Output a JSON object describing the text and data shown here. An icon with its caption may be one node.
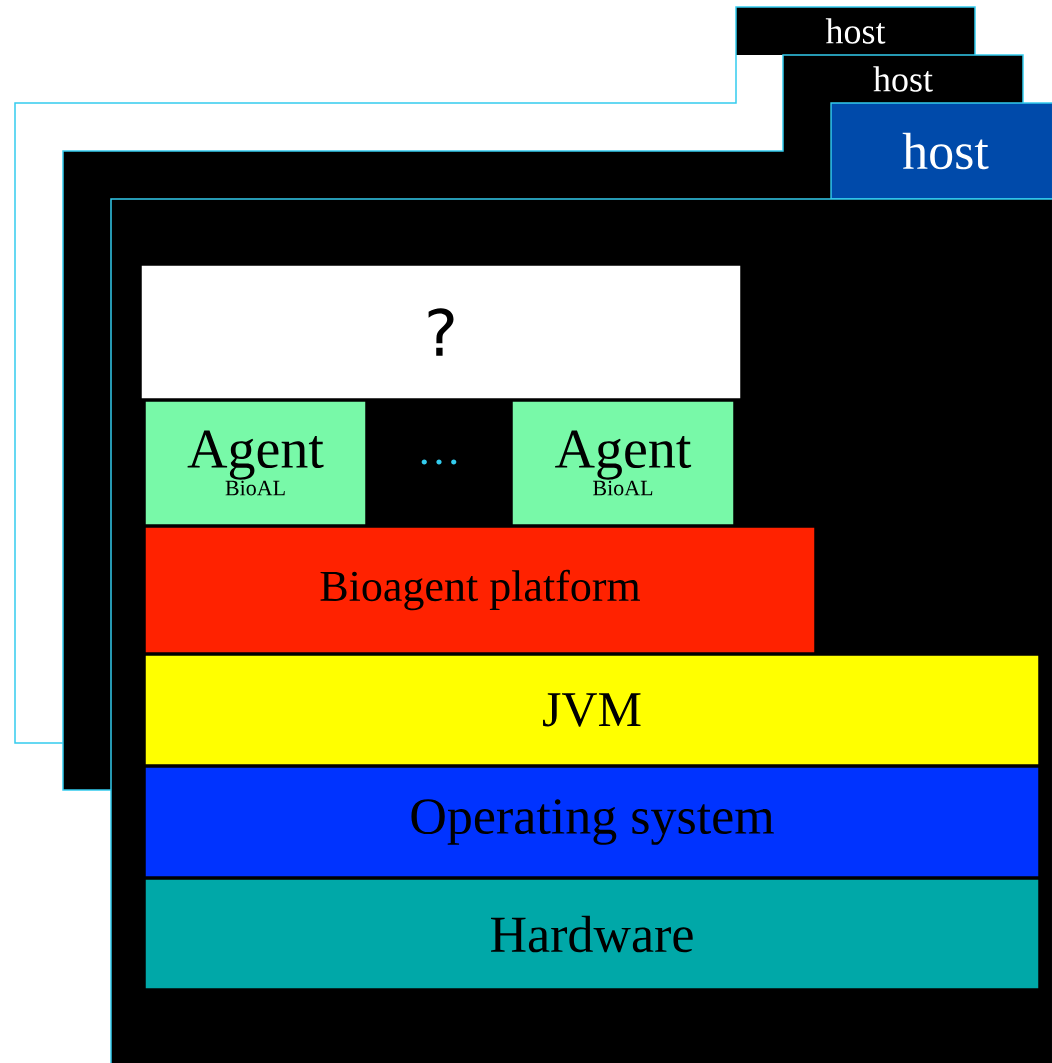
{
  "diagram": {
    "nodes": [
      {
        "text": [
          "host"
        ]
      },
      {
        "text": [
          "host"
        ]
      },
      {
        "text": [
          "host"
        ]
      },
      {
        "text": [],
        "shape": "box"
      },
      {
        "text": [
          "?"
        ],
        "in": 3
      },
      {
        "text": [
          "Agent",
          "BioAL"
        ],
        "in": 3
      },
      {
        "text": [
          "Agent",
          "BioAL"
        ],
        "in": 3
      },
      {
        "text": [
          "Bioagent platform"
        ],
        "in": 3
      },
      {
        "text": [
          "JVM"
        ],
        "in": 3
      },
      {
        "text": [
          "Operating system"
        ],
        "in": 3
      },
      {
        "text": [
          "Hardware"
        ],
        "in": 3
      }
    ],
    "labels": [
      "…"
    ]
  }
}
